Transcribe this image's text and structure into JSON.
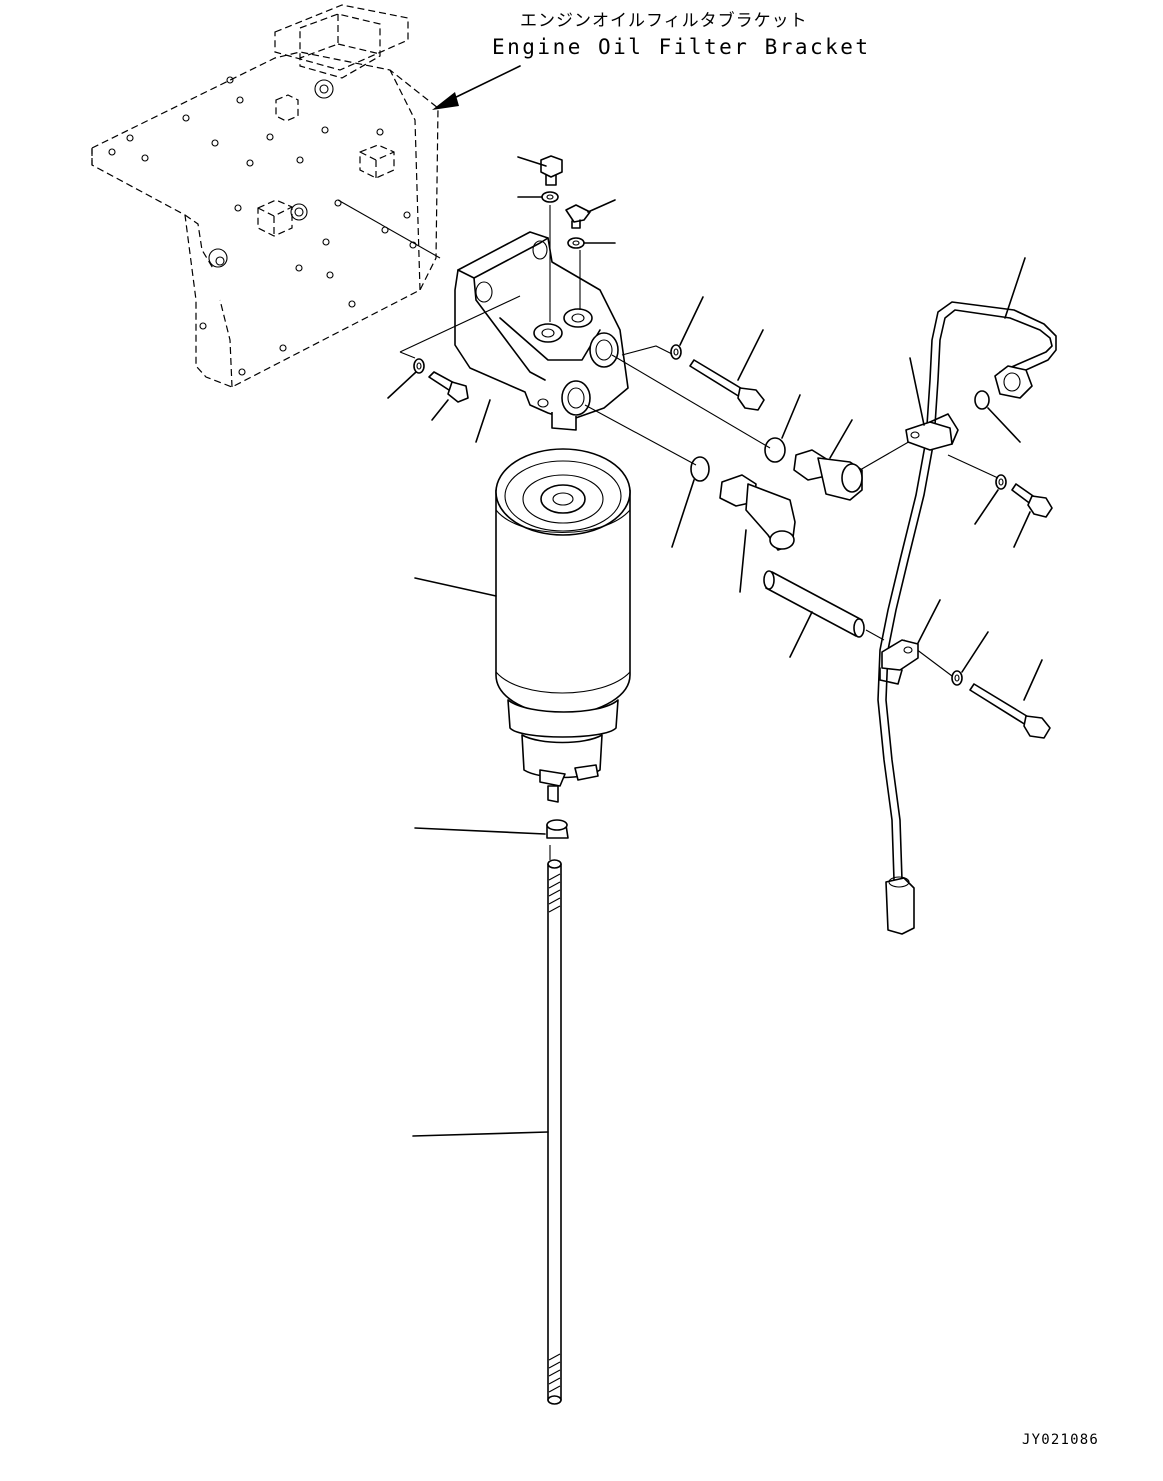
{
  "diagram": {
    "callout_jp": "エンジンオイルフィルタブラケット",
    "callout_en": "Engine Oil Filter Bracket",
    "drawing_code": "JY021086"
  },
  "parts": [
    {
      "name": "engine-oil-filter-bracket-phantom"
    },
    {
      "name": "filter-head"
    },
    {
      "name": "filter-cartridge"
    },
    {
      "name": "drain-cock"
    },
    {
      "name": "drain-tube"
    },
    {
      "name": "elbow-fitting"
    },
    {
      "name": "sensor-switch"
    },
    {
      "name": "hose-sleeve"
    },
    {
      "name": "fuel-pipe"
    },
    {
      "name": "clamp-upper"
    },
    {
      "name": "clamp-lower"
    },
    {
      "name": "o-rings"
    },
    {
      "name": "bolts"
    },
    {
      "name": "washers"
    }
  ]
}
